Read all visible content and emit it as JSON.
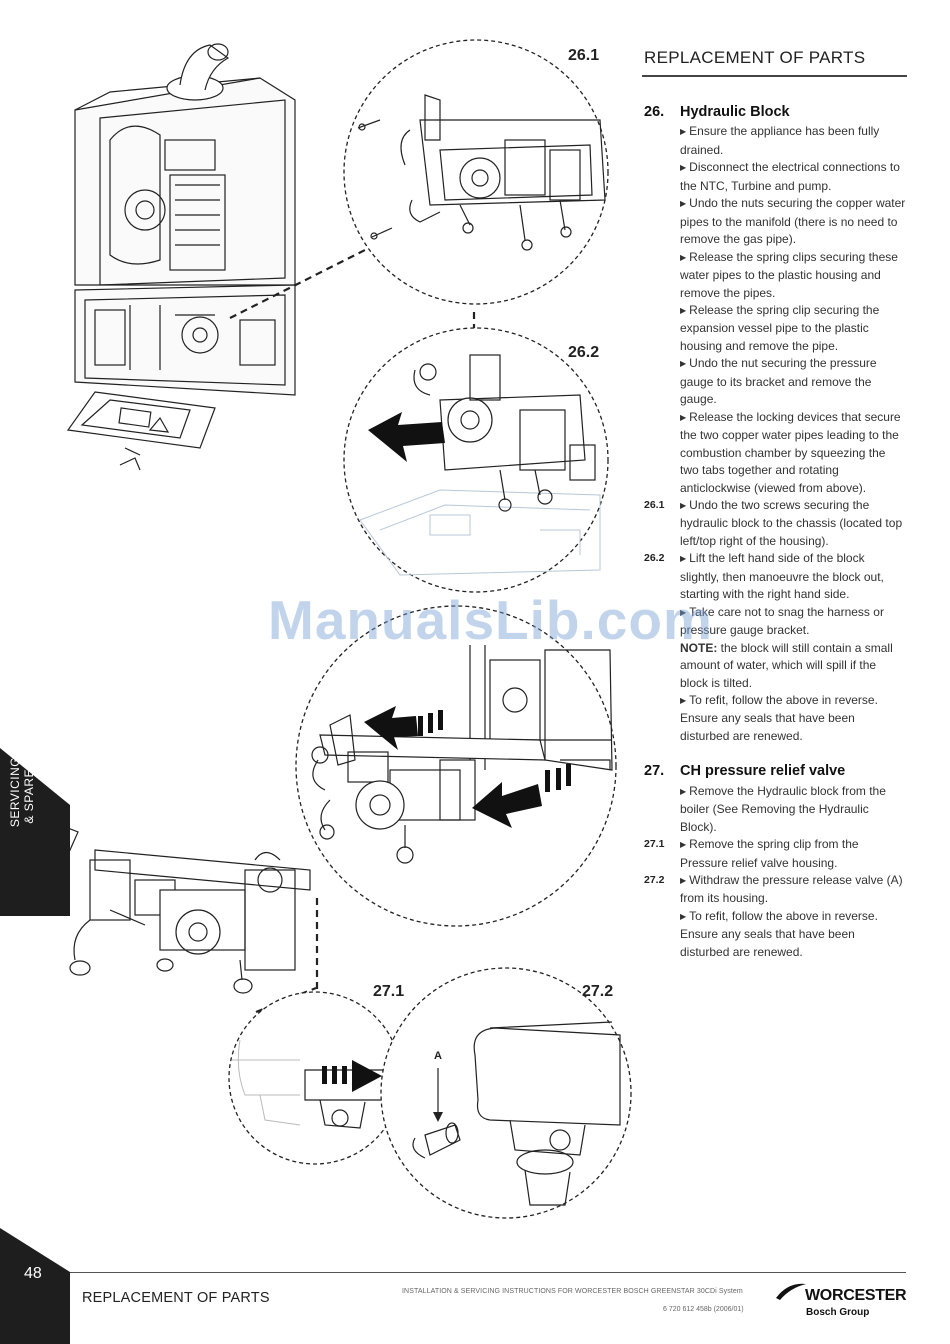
{
  "header": {
    "title": "REPLACEMENT OF PARTS"
  },
  "figure_labels": {
    "fig_26_1": "26.1",
    "fig_26_2": "26.2",
    "fig_27_1": "27.1",
    "fig_27_2": "27.2",
    "callout_a": "A"
  },
  "section26": {
    "num": "26.",
    "title": "Hydraulic Block",
    "steps": [
      {
        "ref": "",
        "text": "Ensure the appliance has been fully drained."
      },
      {
        "ref": "",
        "text": "Disconnect the electrical connections to the NTC, Turbine and pump."
      },
      {
        "ref": "",
        "text": "Undo the nuts securing the copper water pipes to the manifold (there is no need to remove the gas pipe)."
      },
      {
        "ref": "",
        "text": "Release the spring clips securing these water pipes to the plastic housing and remove the pipes."
      },
      {
        "ref": "",
        "text": "Release the spring clip securing the expansion vessel pipe to the plastic housing and remove the pipe."
      },
      {
        "ref": "",
        "text": "Undo the nut securing the pressure gauge to its bracket and remove the gauge."
      },
      {
        "ref": "",
        "text": "Release the locking devices that secure the two copper water pipes leading to the combustion chamber by squeezing the two tabs together and rotating anticlockwise (viewed from above)."
      },
      {
        "ref": "26.1",
        "text": "Undo the two screws securing the hydraulic block to the chassis (located top left/top right of the housing)."
      },
      {
        "ref": "26.2",
        "text": "Lift the left hand side of the block slightly, then manoeuvre the block out, starting with the right hand side."
      },
      {
        "ref": "",
        "text": "Take care not to snag the harness or pressure gauge bracket."
      }
    ],
    "note_label": "NOTE:",
    "note_text": " the block will still contain a small amount of water, which will spill if the block is tilted.",
    "final_steps": [
      {
        "ref": "",
        "text": "To refit, follow the above in reverse. Ensure any seals that have been disturbed are renewed."
      }
    ]
  },
  "section27": {
    "num": "27.",
    "title": "CH pressure relief valve",
    "steps": [
      {
        "ref": "",
        "text": "Remove the Hydraulic block from the boiler (See Removing the Hydraulic Block)."
      },
      {
        "ref": "27.1",
        "text": "Remove the spring clip from the Pressure relief valve housing."
      },
      {
        "ref": "27.2",
        "text": "Withdraw the pressure release valve (A) from its housing."
      },
      {
        "ref": "",
        "text": "To refit, follow the above in reverse. Ensure any seals that have been disturbed are renewed."
      }
    ]
  },
  "side_tab": {
    "line1": "SERVICING",
    "line2": "& SPARES"
  },
  "footer": {
    "page_number": "48",
    "title": "REPLACEMENT OF PARTS",
    "instructions": "INSTALLATION & SERVICING INSTRUCTIONS FOR WORCESTER BOSCH GREENSTAR 30CDi System",
    "code": "6 720 612 458b (2006/01)",
    "brand": "WORCESTER",
    "brand_sub": "Bosch Group"
  },
  "watermark": "ManualsLib.com",
  "colors": {
    "tab": "#1e1e1e",
    "text": "#333333",
    "watermark": "#78a0d2"
  }
}
